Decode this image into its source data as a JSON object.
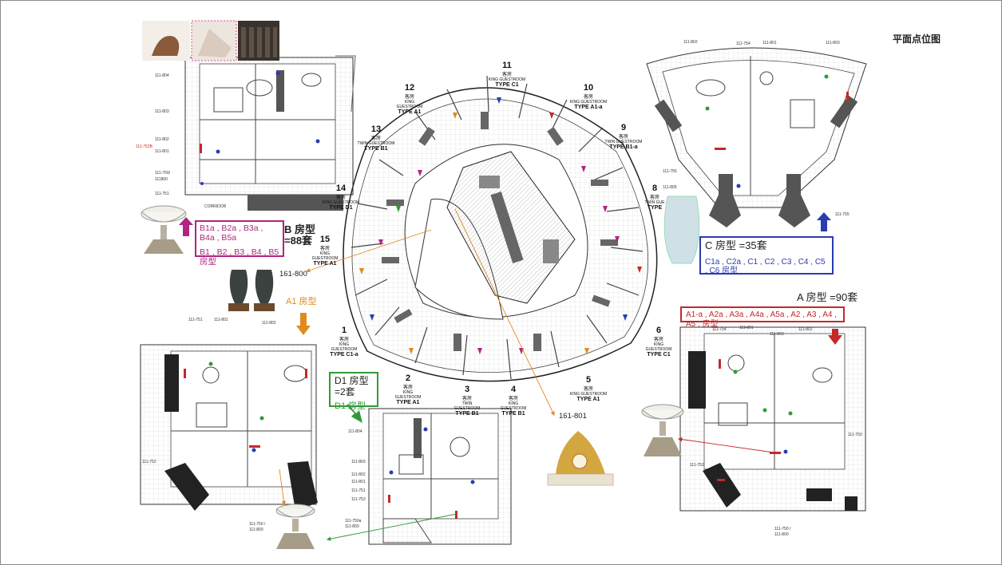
{
  "page": {
    "title": "平面点位图"
  },
  "legends": {
    "b": {
      "line1": "B1a , B2a , B3a , B4a , B5a",
      "line2": "B1 , B2 , B3 , B4 , B5 房型",
      "count_line1": "B 房型",
      "count_line2": "=88套",
      "color": "#b0257f"
    },
    "c": {
      "heading": "C 房型 =35套",
      "items": "C1a , C2a , C1 , C2 , C3 , C4 , C5 , C6 房型",
      "color": "#2b3bb0"
    },
    "a": {
      "heading": "A 房型 =90套",
      "items": "A1-a , A2a , A3a , A4a , A5a , A2 , A3 , A4 , A5 , 房型",
      "color": "#c62828"
    },
    "d": {
      "heading": "D1 房型 =2套",
      "items": "D1 房型",
      "color": "#2e9b38"
    },
    "a1": {
      "label": "A1 房型",
      "color": "#e08a1e"
    }
  },
  "references": {
    "r1": "161-800",
    "r2": "161-801"
  },
  "rooms": [
    {
      "num": "1",
      "cn": "客房",
      "en": "KING GUESTROOM",
      "type": "TYPE C1-a"
    },
    {
      "num": "2",
      "cn": "客房",
      "en": "KING GUESTROOM",
      "type": "TYPE A1"
    },
    {
      "num": "3",
      "cn": "客房",
      "en": "TWIN GUESTROOM",
      "type": "TYPE B1"
    },
    {
      "num": "4",
      "cn": "客房",
      "en": "KING GUESTROOM",
      "type": "TYPE B1"
    },
    {
      "num": "5",
      "cn": "客房",
      "en": "KING GUESTROOM",
      "type": "TYPE A1"
    },
    {
      "num": "6",
      "cn": "客房",
      "en": "KING GUESTROOM",
      "type": "TYPE C1"
    },
    {
      "num": "8",
      "cn": "客房",
      "en": "TWIN GUE",
      "type": "TYPE"
    },
    {
      "num": "9",
      "cn": "客房",
      "en": "TWIN GUESTROOM",
      "type": "TYPE B1-a"
    },
    {
      "num": "10",
      "cn": "客房",
      "en": "KING GUESTROOM",
      "type": "TYPE A1-a"
    },
    {
      "num": "11",
      "cn": "客房",
      "en": "KING GUESTROOM",
      "type": "TYPE C1"
    },
    {
      "num": "12",
      "cn": "客房",
      "en": "KING GUESTROOM",
      "type": "TYPE A1"
    },
    {
      "num": "13",
      "cn": "客房",
      "en": "TWIN GUESTROOM",
      "type": "TYPE B1"
    },
    {
      "num": "14",
      "cn": "客房",
      "en": "KING GUESTROOM",
      "type": "TYPE D1"
    },
    {
      "num": "15",
      "cn": "客房",
      "en": "KING GUESTROOM",
      "type": "TYPE A1"
    }
  ],
  "plan_labels": {
    "tl": [
      "111-804",
      "111-803",
      "111-802",
      "111-801",
      "111-752B",
      "111-750/",
      "111800",
      "111-751",
      "CORRIDOR"
    ],
    "tr": [
      "111-802",
      "111-754",
      "111-801",
      "111-803",
      "111-756",
      "111-805",
      "111-755"
    ],
    "bl": [
      "111-751",
      "111-801",
      "111-802",
      "111-752",
      "111-750 /",
      "111-800"
    ],
    "bc": [
      "111-804",
      "111-803",
      "111-802",
      "111-801",
      "111-751",
      "111-753",
      "111-750a",
      "111-800"
    ],
    "br": [
      "111-754",
      "111-801",
      "111-803",
      "111-802",
      "111-752",
      "111-750",
      "111-750 /",
      "111-800"
    ]
  },
  "colors": {
    "magenta": "#b0257f",
    "blue": "#2b3bb0",
    "red": "#c62828",
    "green": "#2e9b38",
    "orange": "#e08a1e"
  }
}
